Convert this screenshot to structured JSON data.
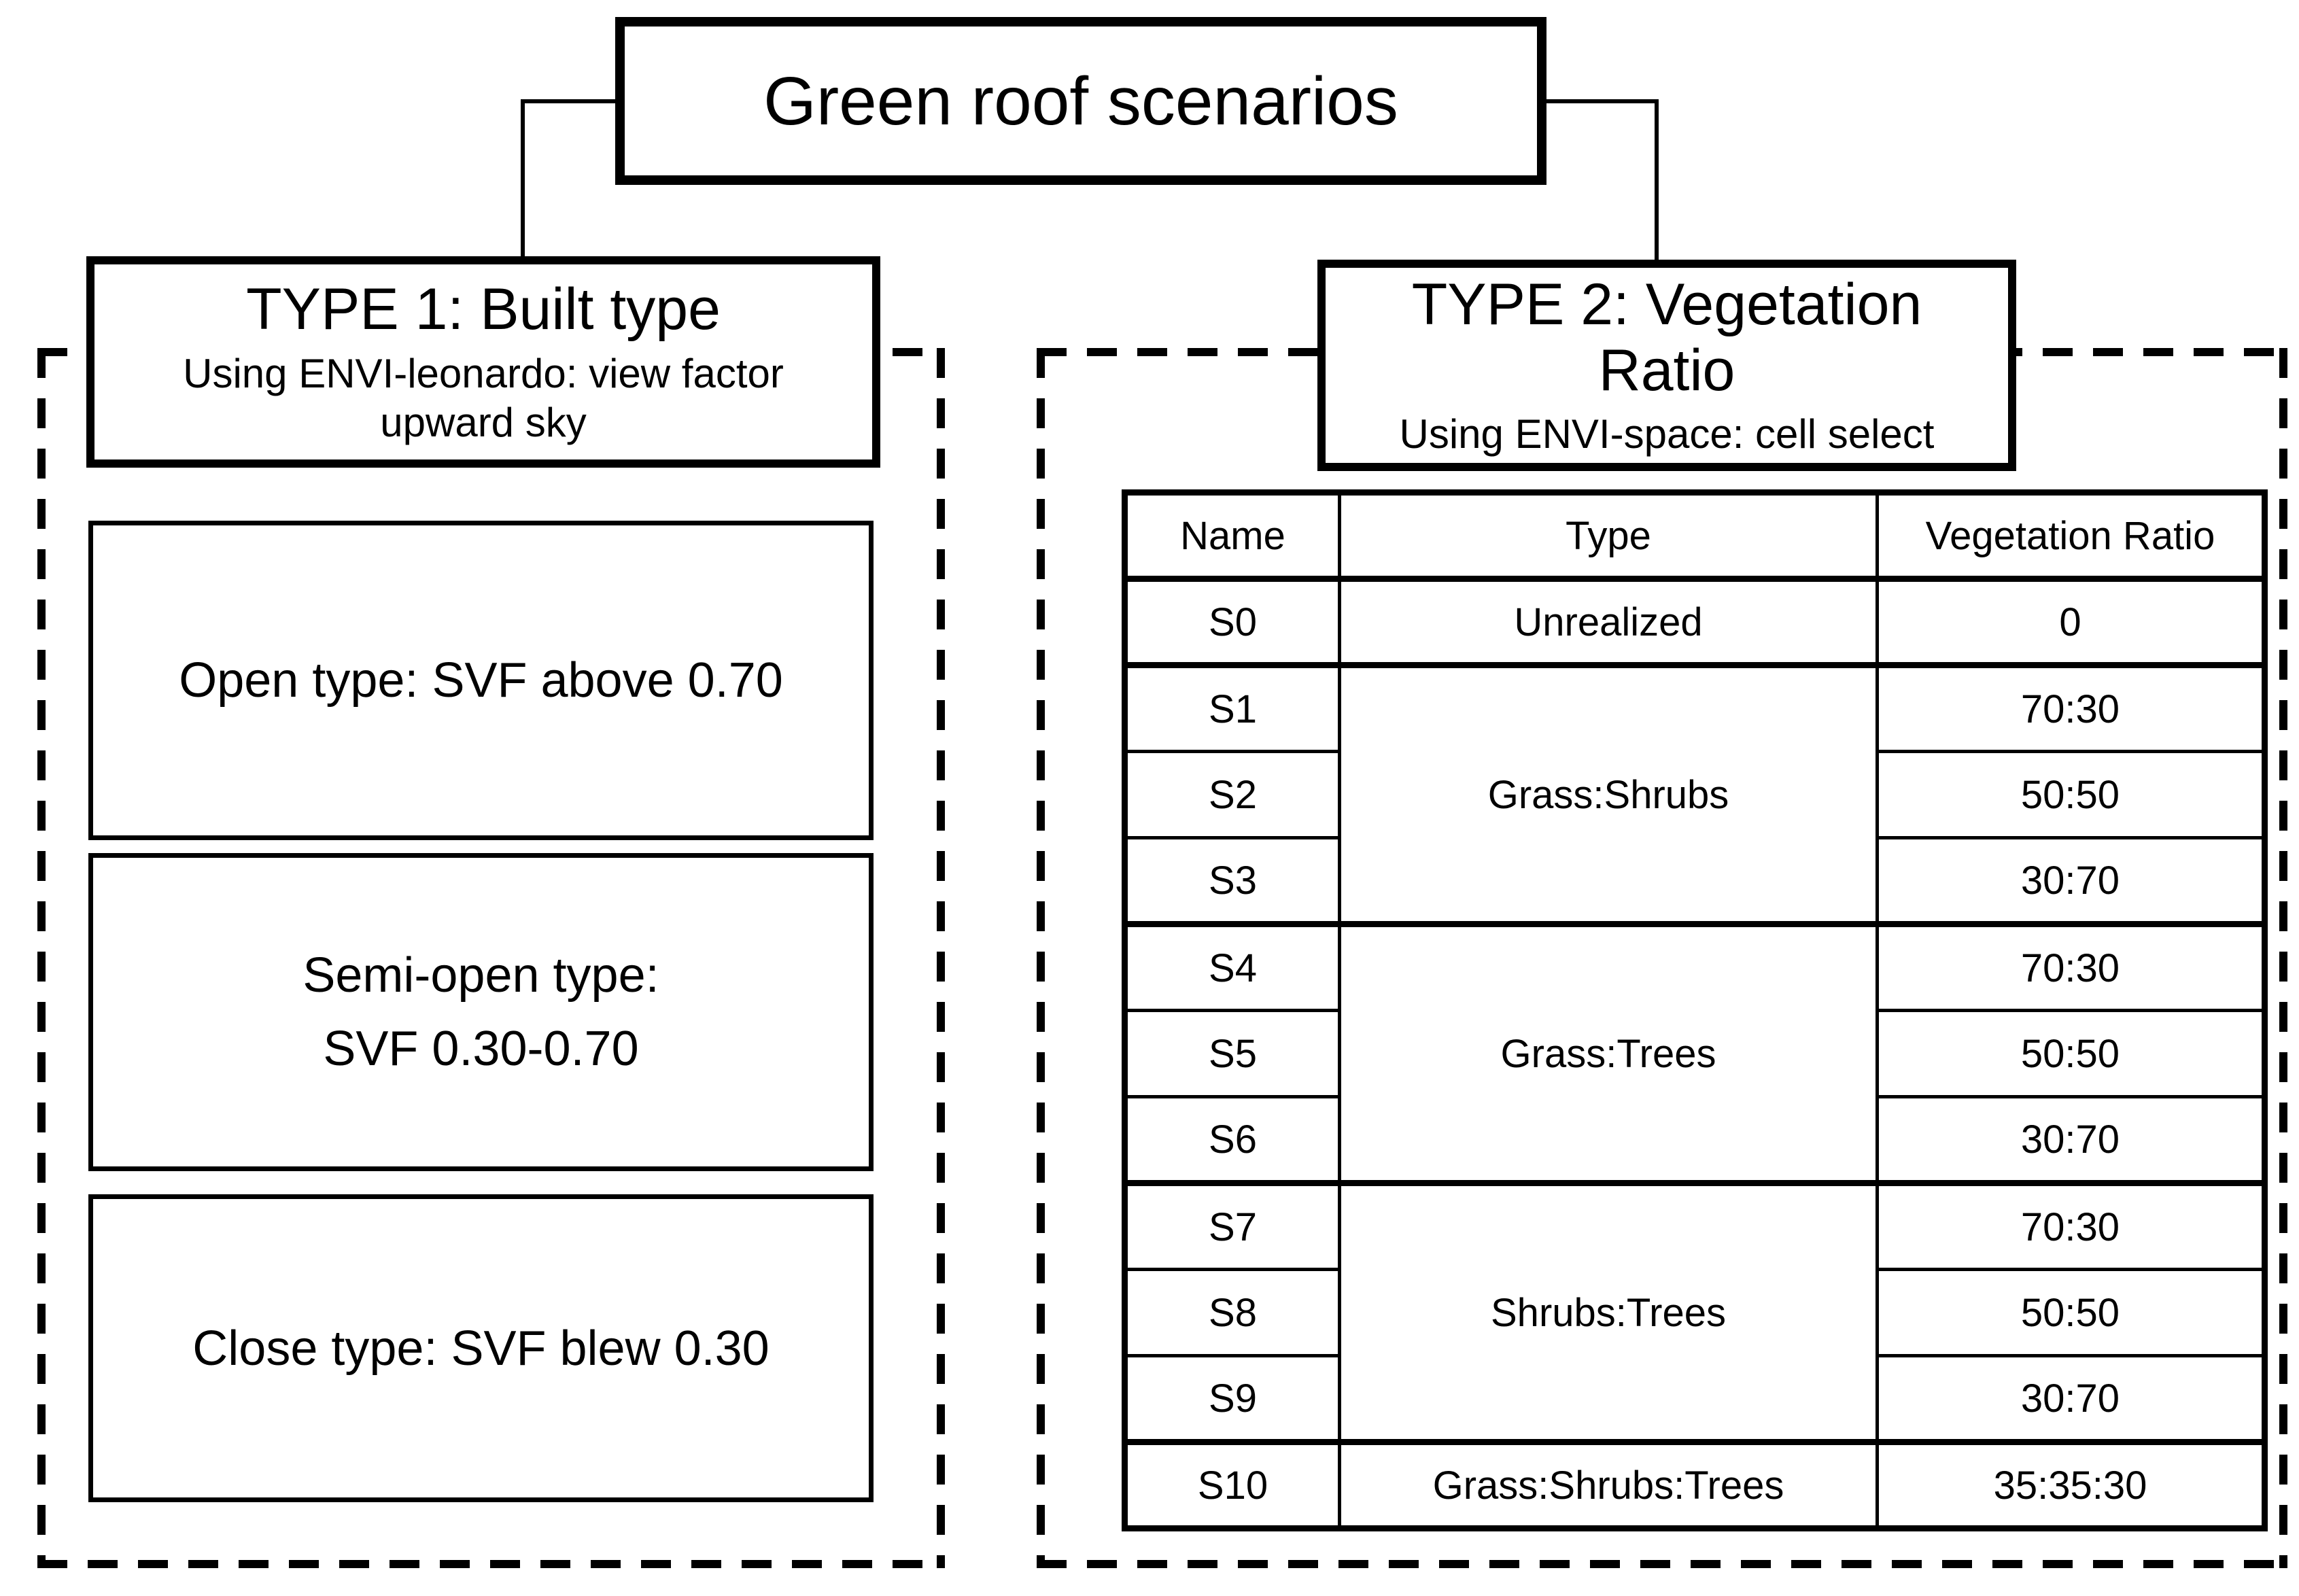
{
  "diagram": {
    "title": "Green roof scenarios",
    "type1": {
      "title": "TYPE 1: Built type",
      "subtitle": "Using ENVI-leonardo: view factor\nupward sky",
      "options": {
        "open": "Open type: SVF  above 0.70",
        "semi_open": "Semi-open type:\nSVF 0.30-0.70",
        "close": "Close type: SVF blew 0.30"
      }
    },
    "type2": {
      "title": "TYPE 2: Vegetation\nRatio",
      "subtitle": "Using ENVI-space: cell select",
      "table": {
        "headers": [
          "Name",
          "Type",
          "Vegetation Ratio"
        ],
        "rows": [
          {
            "name": "S0",
            "type": "Unrealized",
            "ratio": "0"
          },
          {
            "name": "S1",
            "type": "Grass:Shrubs",
            "ratio": "70:30"
          },
          {
            "name": "S2",
            "ratio": "50:50"
          },
          {
            "name": "S3",
            "ratio": "30:70"
          },
          {
            "name": "S4",
            "type": "Grass:Trees",
            "ratio": "70:30"
          },
          {
            "name": "S5",
            "ratio": "50:50"
          },
          {
            "name": "S6",
            "ratio": "30:70"
          },
          {
            "name": "S7",
            "type": "Shrubs:Trees",
            "ratio": "70:30"
          },
          {
            "name": "S8",
            "ratio": "50:50"
          },
          {
            "name": "S9",
            "ratio": "30:70"
          },
          {
            "name": "S10",
            "type": "Grass:Shrubs:Trees",
            "ratio": "35:35:30"
          }
        ]
      }
    },
    "colors": {
      "line": "#000000",
      "background": "#ffffff"
    }
  }
}
